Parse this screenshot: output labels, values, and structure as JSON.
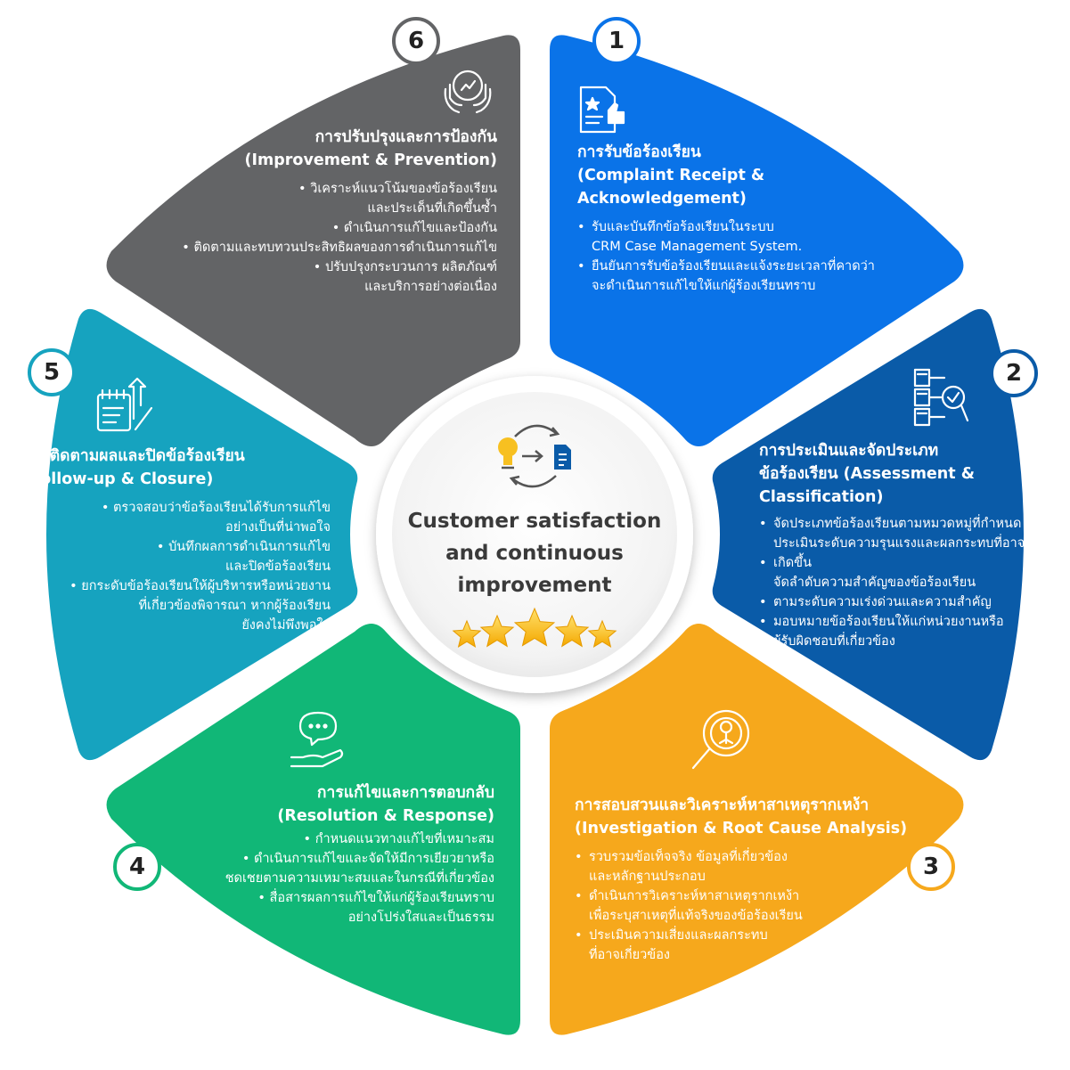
{
  "center": {
    "title": "Customer satisfaction\nand continuous\nimprovement"
  },
  "colors": {
    "step1": "#0a73e8",
    "step2": "#0a5ba8",
    "step3": "#f6a81c",
    "step4": "#11b777",
    "step5": "#16a3bf",
    "step6": "#636466"
  },
  "steps": [
    {
      "number": "1",
      "title_th": "การรับข้อร้องเรียน",
      "title_en": "(Complaint Receipt &\nAcknowledgement)",
      "icon": "complaint-document-icon",
      "bullets": [
        "รับและบันทึกข้อร้องเรียนในระบบ\nCRM Case Management System.",
        "ยืนยันการรับข้อร้องเรียนและแจ้งระยะเวลาที่คาดว่า\nจะดำเนินการแก้ไขให้แก่ผู้ร้องเรียนทราบ"
      ]
    },
    {
      "number": "2",
      "title_th": "การประเมินและจัดประเภท\nข้อร้องเรียน (Assessment &\nClassification)",
      "title_en": "",
      "icon": "server-magnifier-icon",
      "bullets": [
        "จัดประเภทข้อร้องเรียนตามหมวดหมู่ที่กำหนด\nประเมินระดับความรุนแรงและผลกระทบที่อาจ",
        "เกิดขึ้น\nจัดลำดับความสำคัญของข้อร้องเรียน",
        "ตามระดับความเร่งด่วนและความสำคัญ",
        "มอบหมายข้อร้องเรียนให้แก่หน่วยงานหรือ\nผู้รับผิดชอบที่เกี่ยวข้อง"
      ]
    },
    {
      "number": "3",
      "title_th": "การสอบสวนและวิเคราะห์หาสาเหตุรากเหง้า",
      "title_en": "(Investigation & Root Cause Analysis)",
      "icon": "root-cause-magnifier-icon",
      "bullets": [
        "รวบรวมข้อเท็จจริง ข้อมูลที่เกี่ยวข้อง\nและหลักฐานประกอบ",
        "ดำเนินการวิเคราะห์หาสาเหตุรากเหง้า\nเพื่อระบุสาเหตุที่แท้จริงของข้อร้องเรียน",
        "ประเมินความเสี่ยงและผลกระทบ\nที่อาจเกี่ยวข้อง"
      ]
    },
    {
      "number": "4",
      "title_th": "การแก้ไขและการตอบกลับ",
      "title_en": "(Resolution & Response)",
      "icon": "chat-hand-icon",
      "bullets": [
        "กำหนดแนวทางแก้ไขที่เหมาะสม",
        "ดำเนินการแก้ไขและจัดให้มีการเยียวยาหรือ\nชดเชยตามความเหมาะสมและในกรณีที่เกี่ยวข้อง",
        "สื่อสารผลการแก้ไขให้แก่ผู้ร้องเรียนทราบ\nอย่างโปร่งใสและเป็นธรรม"
      ]
    },
    {
      "number": "5",
      "title_th": "การติดตามผลและปิดข้อร้องเรียน",
      "title_en": "(Follow-up & Closure)",
      "icon": "checklist-arrow-icon",
      "bullets": [
        "ตรวจสอบว่าข้อร้องเรียนได้รับการแก้ไข\nอย่างเป็นที่น่าพอใจ",
        "บันทึกผลการดำเนินการแก้ไข\nและปิดข้อร้องเรียน",
        "ยกระดับข้อร้องเรียนให้ผู้บริหารหรือหน่วยงาน\nที่เกี่ยวข้องพิจารณา หากผู้ร้องเรียน\nยังคงไม่พึงพอใจ"
      ]
    },
    {
      "number": "6",
      "title_th": "การปรับปรุงและการป้องกัน",
      "title_en": "(Improvement & Prevention)",
      "icon": "improvement-hands-icon",
      "bullets": [
        "วิเคราะห์แนวโน้มของข้อร้องเรียน\nและประเด็นที่เกิดขึ้นซ้ำ",
        "ดำเนินการแก้ไขและป้องกัน",
        "ติดตามและทบทวนประสิทธิผลของการดำเนินการแก้ไข",
        "ปรับปรุงกระบวนการ ผลิตภัณฑ์\nและบริการอย่างต่อเนื่อง"
      ]
    }
  ]
}
